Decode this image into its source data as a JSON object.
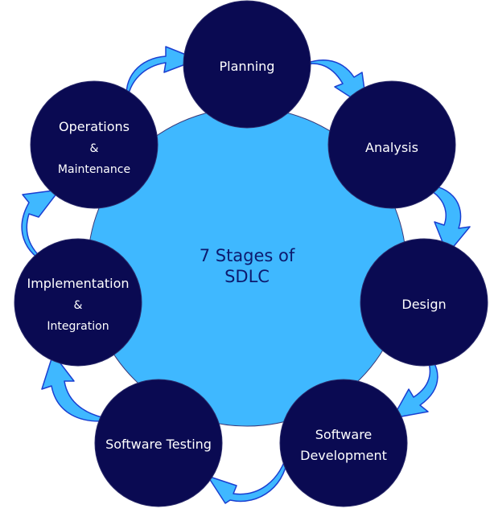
{
  "diagram": {
    "center": {
      "line1": "7 Stages of",
      "line2": "SDLC"
    },
    "stages": [
      {
        "id": "planning",
        "lines": [
          "Planning"
        ]
      },
      {
        "id": "analysis",
        "lines": [
          "Analysis"
        ]
      },
      {
        "id": "design",
        "lines": [
          "Design"
        ]
      },
      {
        "id": "software-development",
        "lines": [
          "Software",
          "Development"
        ]
      },
      {
        "id": "software-testing",
        "lines": [
          "Software Testing"
        ]
      },
      {
        "id": "implementation",
        "lines": [
          "Implementation",
          "&",
          "Integration"
        ]
      },
      {
        "id": "operations",
        "lines": [
          "Operations",
          "&",
          "Maintenance"
        ]
      }
    ],
    "colors": {
      "center_fill": "#3fb8ff",
      "node_fill": "#0a0a52",
      "node_text": "#ffffff",
      "center_text": "#0d1a6e",
      "arrow_fill": "#3fb8ff",
      "arrow_stroke": "#1a3fd1"
    }
  }
}
